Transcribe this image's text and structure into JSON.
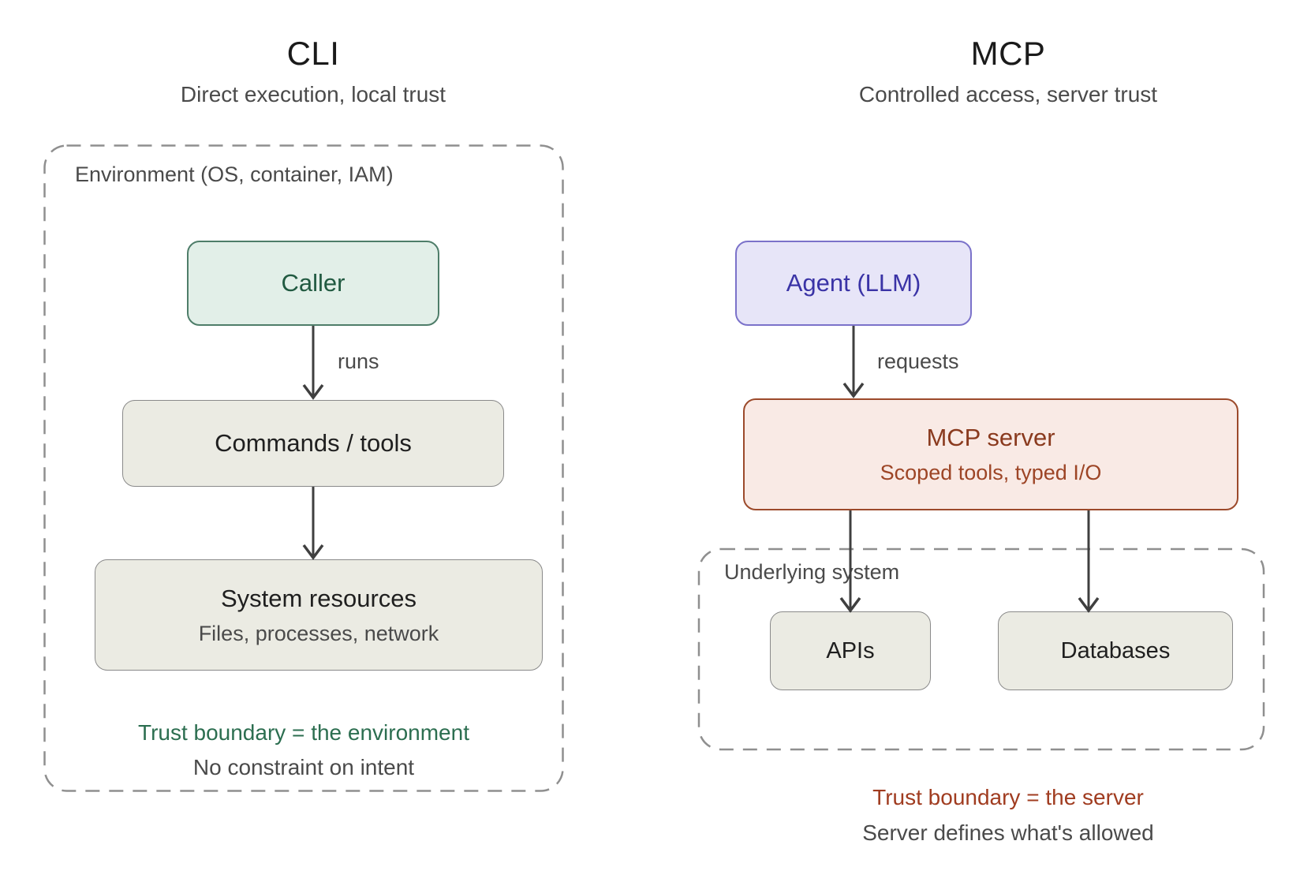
{
  "cli": {
    "title": "CLI",
    "subtitle": "Direct execution, local trust",
    "boundary_label": "Environment (OS, container, IAM)",
    "caller": {
      "label": "Caller"
    },
    "edge_label": "runs",
    "commands": {
      "label": "Commands / tools"
    },
    "system_resources": {
      "label": "System resources",
      "sublabel": "Files, processes, network"
    },
    "trust_line": "Trust boundary = the environment",
    "note_line": "No constraint on intent"
  },
  "mcp": {
    "title": "MCP",
    "subtitle": "Controlled access, server trust",
    "agent": {
      "label": "Agent (LLM)"
    },
    "edge_label": "requests",
    "server": {
      "label": "MCP server",
      "sublabel": "Scoped tools, typed I/O"
    },
    "boundary_label": "Underlying system",
    "apis": {
      "label": "APIs"
    },
    "databases": {
      "label": "Databases"
    },
    "trust_line": "Trust boundary = the server",
    "note_line": "Server defines what's allowed"
  },
  "colors": {
    "background": "#ffffff",
    "title_text": "#1a1a1a",
    "muted_text": "#4a4a4a",
    "dashed_border": "#8f8f8f",
    "arrow": "#3f3f3f",
    "caller_fill": "#e2efe8",
    "caller_border": "#4e7d69",
    "caller_text": "#215a41",
    "neutral_fill": "#ebebe3",
    "neutral_border": "#8a8a8a",
    "neutral_text": "#1f1f1f",
    "agent_fill": "#e7e5f8",
    "agent_border": "#7b72ca",
    "agent_text": "#3a33a6",
    "server_fill": "#f9eae5",
    "server_border": "#9c4a2b",
    "server_text": "#8a3a1e",
    "server_subtext": "#9d4526",
    "trust_cli": "#2c6e50",
    "trust_mcp": "#a03c20"
  }
}
